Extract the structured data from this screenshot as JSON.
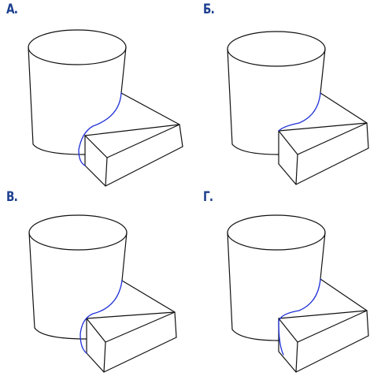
{
  "colors": {
    "label": "#1c3f8f",
    "edge": "#111111",
    "intersection": "#1e2fd6"
  },
  "panels": [
    {
      "id": "a",
      "label": "А."
    },
    {
      "id": "b",
      "label": "Б."
    },
    {
      "id": "v",
      "label": "В."
    },
    {
      "id": "g",
      "label": "Г."
    }
  ]
}
